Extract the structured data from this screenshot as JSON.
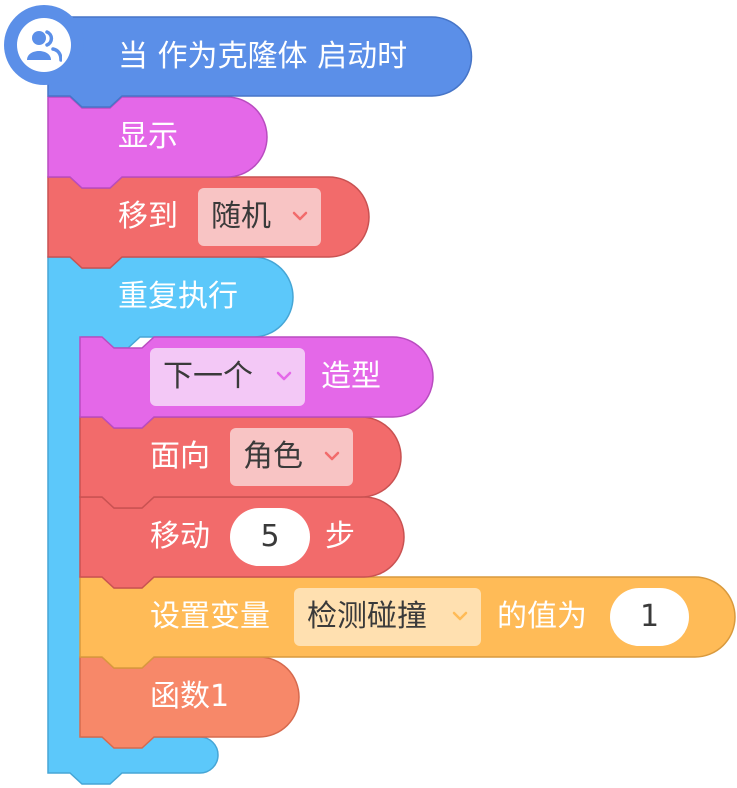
{
  "colors": {
    "events": "#5b8fe8",
    "looks": "#e468e8",
    "motion": "#f26b6b",
    "control": "#5cc8fa",
    "variables": "#ffbb57",
    "functions": "#f78869"
  },
  "hat_block": {
    "label": "当 作为克隆体 启动时",
    "icon": "clone-users-icon"
  },
  "show_block": {
    "label": "显示"
  },
  "goto_block": {
    "prefix": "移到",
    "dropdown": "随机"
  },
  "forever_block": {
    "label": "重复执行"
  },
  "costume_block": {
    "dropdown": "下一个",
    "suffix": "造型"
  },
  "point_block": {
    "prefix": "面向",
    "dropdown": "角色"
  },
  "move_block": {
    "prefix": "移动",
    "value": "5",
    "suffix": "步"
  },
  "setvar_block": {
    "prefix": "设置变量",
    "dropdown": "检测碰撞",
    "middle": "的值为",
    "value": "1"
  },
  "function_block": {
    "label": "函数1"
  }
}
